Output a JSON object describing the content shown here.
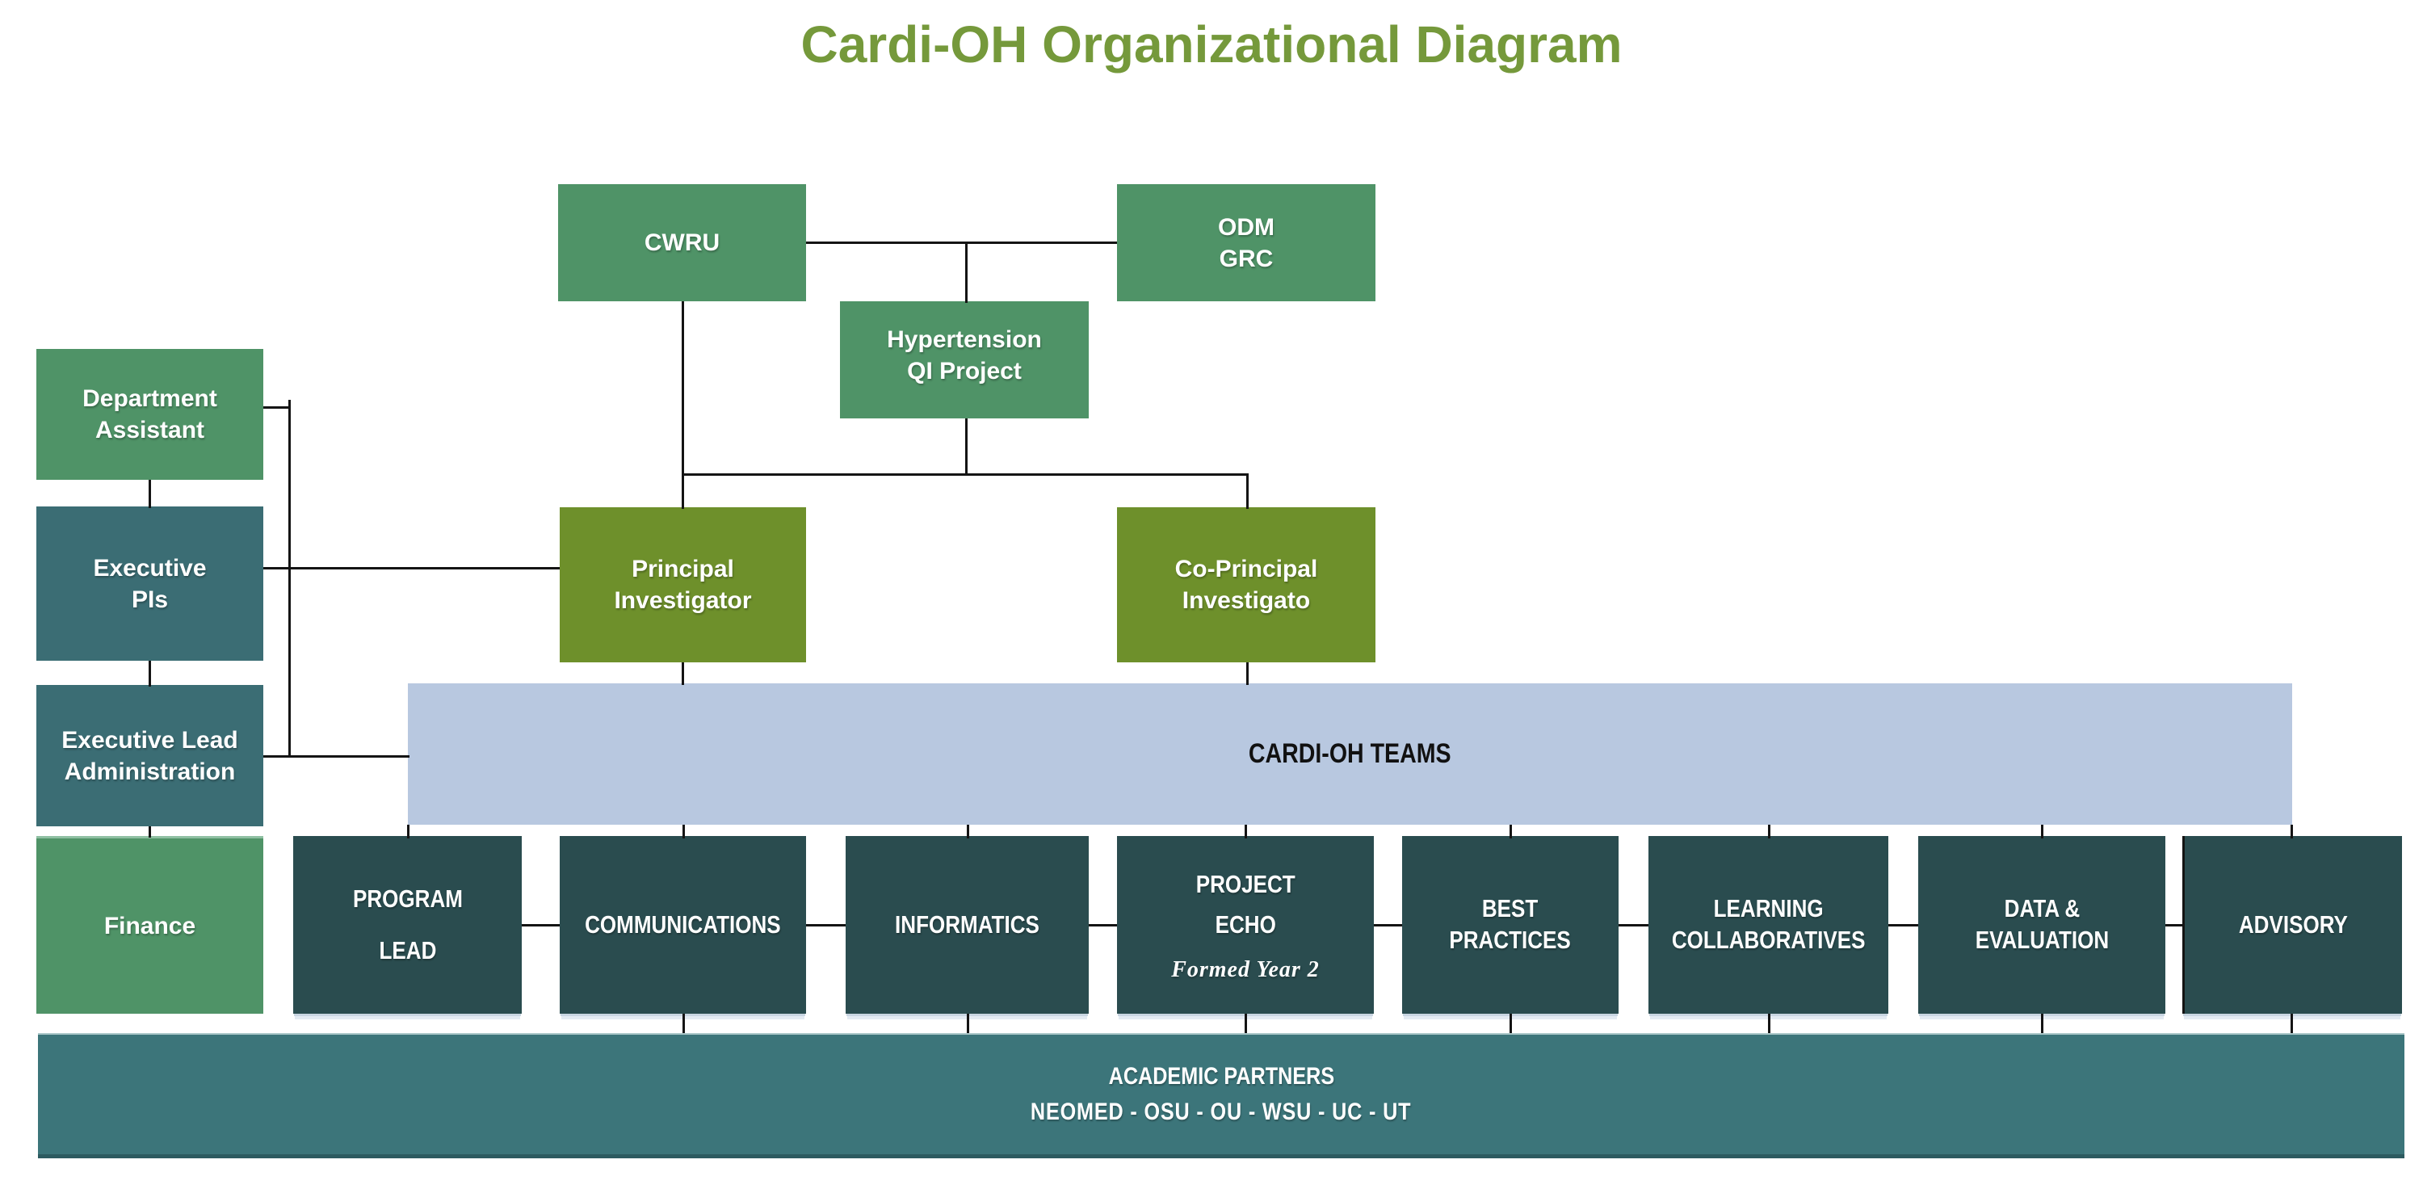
{
  "title": "Cardi-OH Organizational Diagram",
  "colors": {
    "green": "#4f9367",
    "teal": "#3b6d74",
    "olive": "#6e902b",
    "dark_teal": "#2a4c4f",
    "light_blue": "#b8c8e0",
    "academic_teal": "#3c757a",
    "title_green": "#75993b",
    "line_black": "#141414",
    "text_light": "#ffffff",
    "text_dark": "#111111"
  },
  "boxes": {
    "cwru": {
      "label": "CWRU"
    },
    "odm_grc": {
      "label": "ODM\nGRC"
    },
    "hypertension_qi": {
      "label": "Hypertension\nQI Project"
    },
    "department_assistant": {
      "label": "Department\nAssistant"
    },
    "executive_pis": {
      "label": "Executive\nPIs"
    },
    "executive_lead_administration": {
      "label": "Executive Lead\nAdministration"
    },
    "finance": {
      "label": "Finance"
    },
    "principal_investigator": {
      "label": "Principal\nInvestigator"
    },
    "co_principal_investigator": {
      "label": "Co-Principal\nInvestigato"
    },
    "cardi_oh_teams": {
      "label": "CARDI-OH TEAMS"
    }
  },
  "teams": [
    {
      "label": "PROGRAM\nLEAD"
    },
    {
      "label": "COMMUNICATIONS"
    },
    {
      "label": "INFORMATICS"
    },
    {
      "label": "PROJECT\nECHO",
      "note": "Formed Year 2"
    },
    {
      "label": "BEST\nPRACTICES"
    },
    {
      "label": "LEARNING\nCOLLABORATIVES"
    },
    {
      "label": "DATA &\nEVALUATION"
    },
    {
      "label": "ADVISORY"
    }
  ],
  "academic_partners": {
    "line1": "ACADEMIC PARTNERS",
    "line2": "NEOMED - OSU - OU - WSU - UC - UT"
  }
}
